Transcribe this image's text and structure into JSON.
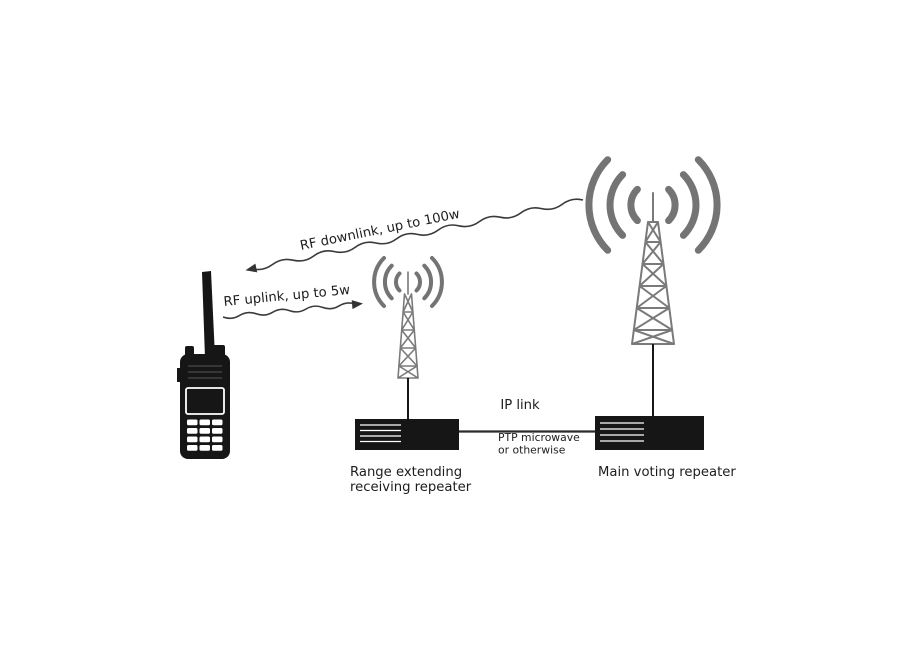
{
  "diagram": {
    "links": {
      "rf_downlink": {
        "label": "RF downlink, up to 100w"
      },
      "rf_uplink": {
        "label": "RF uplink, up to 5w"
      },
      "ip_link": {
        "label": "IP link",
        "sublabel_line1": "PTP microwave",
        "sublabel_line2": "or otherwise"
      }
    },
    "nodes": {
      "left_repeater": {
        "label_line1": "Range extending",
        "label_line2": "receiving repeater"
      },
      "right_repeater": {
        "label": "Main voting repeater"
      }
    },
    "colors": {
      "background": "#ffffff",
      "ink": "#161616",
      "tower_gray": "#7a7a7a",
      "wave_gray": "#747474",
      "text": "#1d1d1d"
    }
  }
}
